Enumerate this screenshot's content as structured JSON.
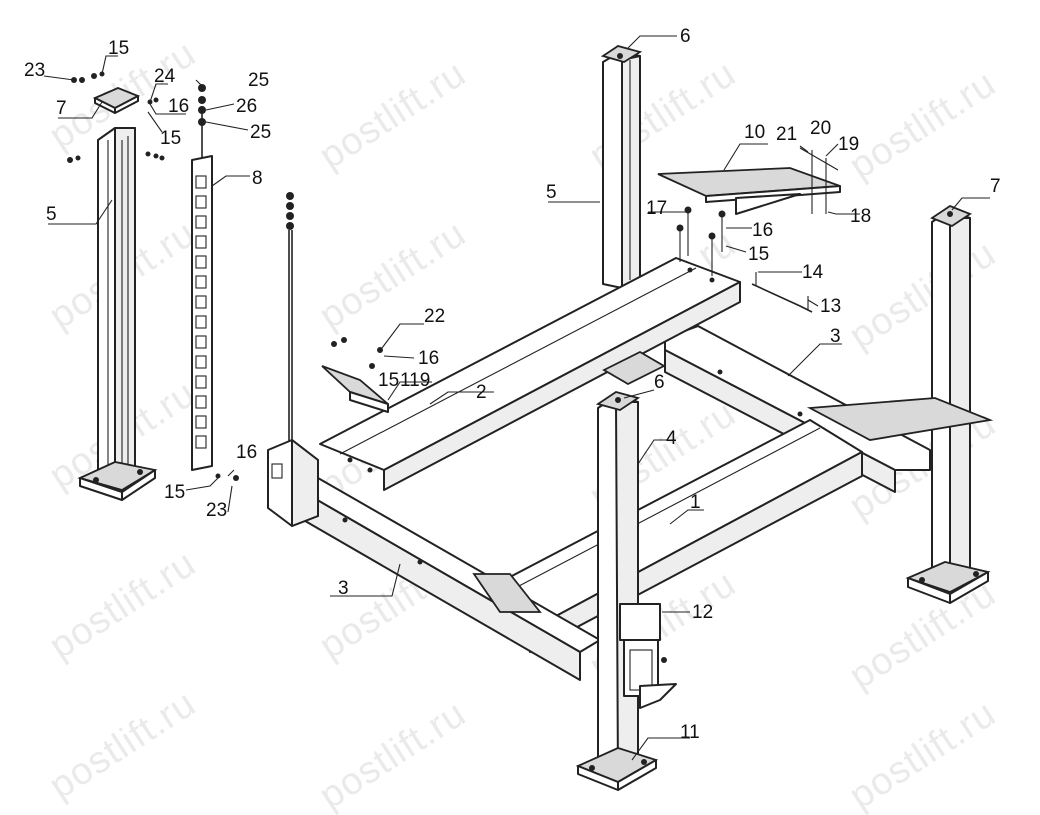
{
  "watermark": {
    "text": "postlift.ru"
  },
  "callouts": {
    "c1": "1",
    "c2": "2",
    "c3a": "3",
    "c3b": "3",
    "c4": "4",
    "c5a": "5",
    "c5b": "5",
    "c6a": "6",
    "c6b": "6",
    "c7a": "7",
    "c7b": "7",
    "c8": "8",
    "c10": "10",
    "c11": "11",
    "c12": "12",
    "c13": "13",
    "c14": "14",
    "c15a": "15",
    "c15b": "15",
    "c15c": "15",
    "c15d": "15",
    "c15e": "15",
    "c16a": "16",
    "c16b": "16",
    "c16c": "16",
    "c16d": "16",
    "c17": "17",
    "c18": "18",
    "c19": "19",
    "c20": "20",
    "c21": "21",
    "c22": "22",
    "c23a": "23",
    "c23b": "23",
    "c24": "24",
    "c25a": "25",
    "c25b": "25",
    "c26": "26",
    "c119": "119"
  }
}
